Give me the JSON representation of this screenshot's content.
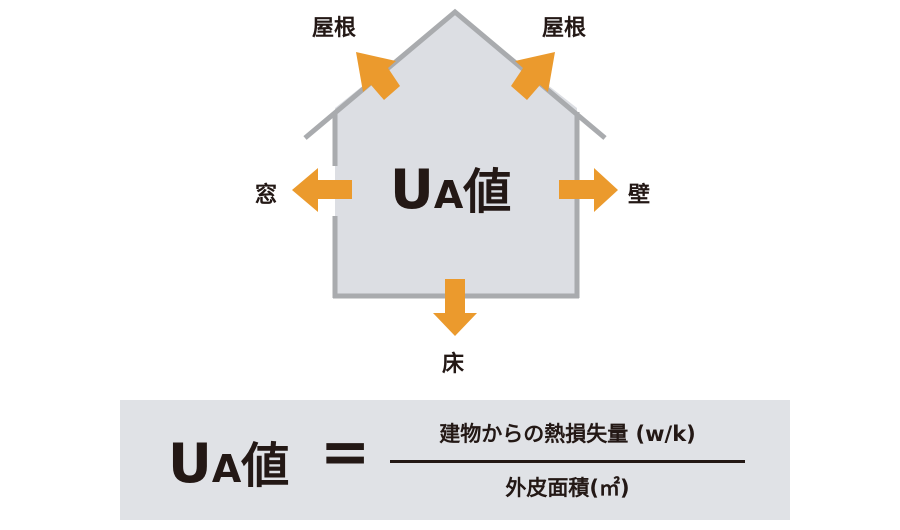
{
  "diagram": {
    "center_label": {
      "u": "U",
      "a": "A",
      "kanji": "値"
    },
    "labels": {
      "roof_left": "屋根",
      "roof_right": "屋根",
      "window": "窓",
      "wall": "壁",
      "floor": "床"
    }
  },
  "formula": {
    "lhs": {
      "u": "U",
      "a": "A",
      "kanji": "値"
    },
    "equals": "=",
    "numerator": "建物からの熱損失量 (w/k)",
    "denominator": "外皮面積(㎡)"
  },
  "colors": {
    "arrow": "#eb9a2d",
    "house_fill": "#dcdee3",
    "house_outline": "#a9abae",
    "text": "#231815",
    "formula_bg": "#e0e2e6"
  }
}
